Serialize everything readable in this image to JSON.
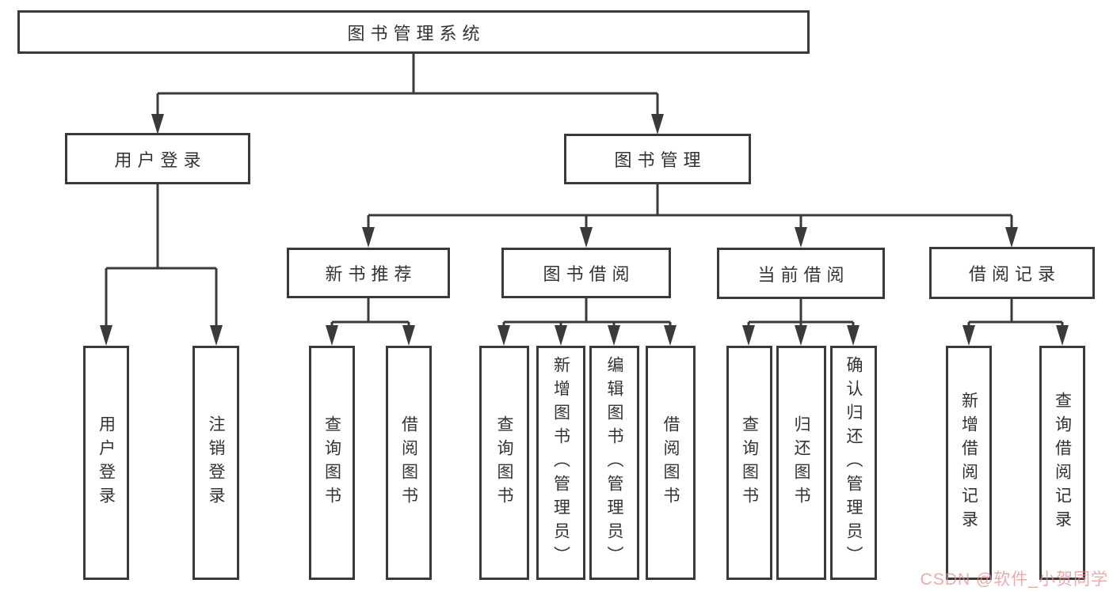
{
  "tree": {
    "label": "图书管理系统",
    "children": [
      {
        "label": "用户登录",
        "children": [
          {
            "label": "用户登录"
          },
          {
            "label": "注销登录"
          }
        ]
      },
      {
        "label": "图书管理",
        "children": [
          {
            "label": "新书推荐",
            "children": [
              {
                "label": "查询图书"
              },
              {
                "label": "借阅图书"
              }
            ]
          },
          {
            "label": "图书借阅",
            "children": [
              {
                "label": "查询图书"
              },
              {
                "label": "新增图书（管理员）"
              },
              {
                "label": "编辑图书（管理员）"
              },
              {
                "label": "借阅图书"
              }
            ]
          },
          {
            "label": "当前借阅",
            "children": [
              {
                "label": "查询图书"
              },
              {
                "label": "归还图书"
              },
              {
                "label": "确认归还（管理员）"
              }
            ]
          },
          {
            "label": "借阅记录",
            "children": [
              {
                "label": "新增借阅记录"
              },
              {
                "label": "查询借阅记录"
              }
            ]
          }
        ]
      }
    ]
  },
  "watermark": {
    "text": "CSDN @软件_小贺同学",
    "color": "rgba(232,140,140,0.75)"
  },
  "colors": {
    "line": "#3a3a3a",
    "text": "#333333",
    "background": "#ffffff"
  }
}
